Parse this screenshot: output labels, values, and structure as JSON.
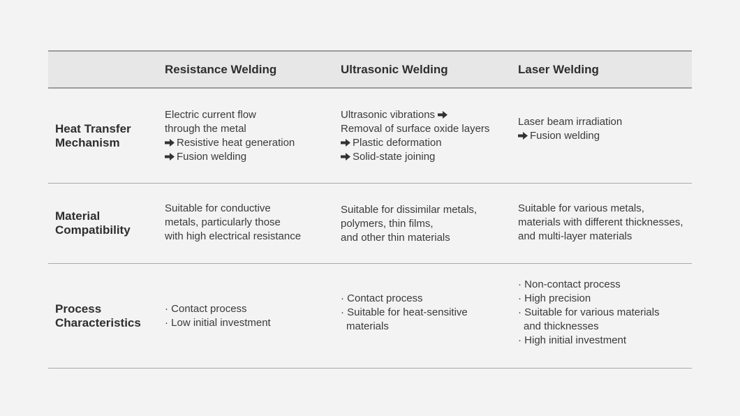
{
  "columns": [
    "",
    "Resistance Welding",
    "Ultrasonic Welding",
    "Laser Welding"
  ],
  "rows": [
    {
      "label": [
        "Heat Transfer",
        "Mechanism"
      ],
      "cells": [
        [
          {
            "text": "Electric current flow",
            "arrow": false
          },
          {
            "text": "through the metal",
            "arrow": false
          },
          {
            "text": "Resistive heat generation",
            "arrow": true
          },
          {
            "text": "Fusion welding",
            "arrow": true
          }
        ],
        [
          {
            "text": "Ultrasonic vibrations",
            "arrow": false,
            "trailing_arrow": true
          },
          {
            "text": "Removal of surface oxide layers",
            "arrow": false
          },
          {
            "text": "Plastic deformation",
            "arrow": true
          },
          {
            "text": "Solid-state joining",
            "arrow": true
          }
        ],
        [
          {
            "text": "Laser beam irradiation",
            "arrow": false
          },
          {
            "text": "Fusion welding",
            "arrow": true
          }
        ]
      ]
    },
    {
      "label": [
        "Material",
        "Compatibility"
      ],
      "cells": [
        [
          {
            "text": "Suitable for conductive"
          },
          {
            "text": "metals, particularly those"
          },
          {
            "text": "with high electrical resistance"
          }
        ],
        [
          {
            "text": "Suitable for dissimilar metals,"
          },
          {
            "text": "polymers, thin films,"
          },
          {
            "text": "and other thin materials"
          }
        ],
        [
          {
            "text": "Suitable for various metals,"
          },
          {
            "text": "materials with different thicknesses,"
          },
          {
            "text": "and multi-layer materials"
          }
        ]
      ]
    },
    {
      "label": [
        "Process",
        "Characteristics"
      ],
      "cells": [
        [
          {
            "text": "· Contact process"
          },
          {
            "text": "· Low initial investment"
          }
        ],
        [
          {
            "text": "· Contact process"
          },
          {
            "text": "· Suitable for heat-sensitive"
          },
          {
            "text": "materials",
            "indent": true
          }
        ],
        [
          {
            "text": "· Non-contact process"
          },
          {
            "text": "· High precision"
          },
          {
            "text": "· Suitable for various materials"
          },
          {
            "text": "and thicknesses",
            "indent": true
          },
          {
            "text": "· High initial investment"
          }
        ]
      ]
    }
  ],
  "icons": {
    "arrow": "right-arrow-icon"
  },
  "colors": {
    "background": "#f3f3f3",
    "header_background": "#e7e7e7",
    "rule": "#a9a9a9",
    "text": "#333333"
  }
}
